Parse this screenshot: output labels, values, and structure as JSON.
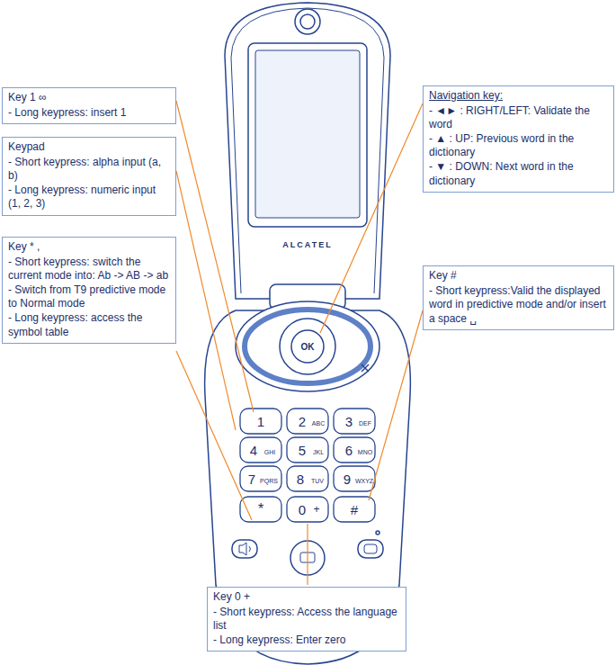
{
  "diagram": {
    "nodes": [
      {
        "text": [
          "Key 1 ∞",
          "- Long keypress: insert 1"
        ]
      },
      {
        "text": [
          "Keypad",
          "- Short keypress: alpha input (a, b)",
          "- Long keypress: numeric input (1, 2, 3)"
        ]
      },
      {
        "text": [
          "Key * ,",
          "- Short keypress: switch the current mode into: Ab -> AB -> ab",
          "- Switch from T9 predictive mode to Normal mode",
          "- Long keypress: access the symbol table"
        ]
      },
      {
        "text": [
          "Navigation key:",
          "- ◄► : RIGHT/LEFT: Validate the word",
          "- ▲ : UP: Previous word in the dictionary",
          "- ▼ : DOWN: Next word in the dictionary"
        ]
      },
      {
        "text": [
          "Key #",
          "- Short keypress:Valid the displayed word in predictive mode and/or insert a space ␣"
        ]
      },
      {
        "text": [
          "Key 0 +",
          "- Short keypress: Access the language list",
          "- Long keypress: Enter zero"
        ]
      }
    ],
    "labels": [
      "ALCATEL",
      "OK",
      "1",
      "2",
      "ABC",
      "3",
      "DEF",
      "4",
      "GHI",
      "5",
      "JKL",
      "6",
      "MNO",
      "7",
      "PQRS",
      "8",
      "TUV",
      "9",
      "WXYZ",
      "*",
      "0",
      "+",
      "#"
    ]
  }
}
